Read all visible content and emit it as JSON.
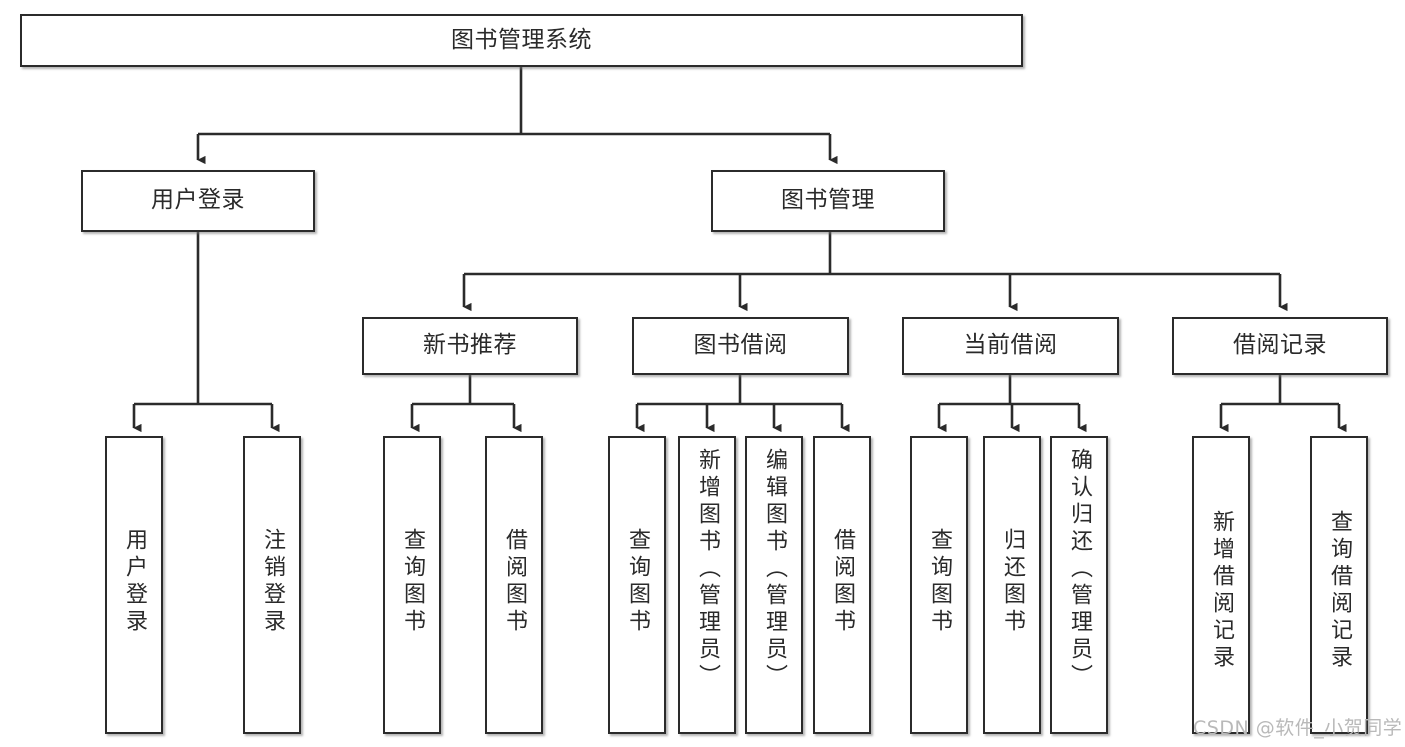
{
  "diagram": {
    "title": "图书管理系统",
    "type": "tree",
    "watermark": "CSDN @软件_小贺同学",
    "colors": {
      "box_border": "#2b2b2b",
      "box_fill": "#ffffff",
      "connector": "#2b2b2b",
      "text": "#2a2a2a",
      "watermark": "#b9b9b9"
    },
    "levels": {
      "level1": [
        "图书管理系统"
      ],
      "level2": [
        "用户登录",
        "图书管理"
      ],
      "level3": [
        "新书推荐",
        "图书借阅",
        "当前借阅",
        "借阅记录"
      ],
      "level4": [
        "用户登录",
        "注销登录",
        "查询图书",
        "借阅图书",
        "查询图书",
        "新增图书（管理员）",
        "编辑图书（管理员）",
        "借阅图书",
        "查询图书",
        "归还图书",
        "确认归还（管理员）",
        "新增借阅记录",
        "查询借阅记录"
      ]
    },
    "nodes": {
      "root": {
        "label": "图书管理系统"
      },
      "user_login": {
        "label": "用户登录"
      },
      "book_manage": {
        "label": "图书管理"
      },
      "new_book_rec": {
        "label": "新书推荐"
      },
      "book_borrow": {
        "label": "图书借阅"
      },
      "current_borrow": {
        "label": "当前借阅"
      },
      "borrow_record": {
        "label": "借阅记录"
      },
      "leaf_user_login": {
        "label": "用户登录"
      },
      "leaf_logout": {
        "label": "注销登录"
      },
      "leaf_query_book_1": {
        "label": "查询图书"
      },
      "leaf_borrow_book_1": {
        "label": "借阅图书"
      },
      "leaf_query_book_2": {
        "label": "查询图书"
      },
      "leaf_add_book": {
        "label": "新增图书（管理员）"
      },
      "leaf_edit_book": {
        "label": "编辑图书（管理员）"
      },
      "leaf_borrow_book_2": {
        "label": "借阅图书"
      },
      "leaf_query_book_3": {
        "label": "查询图书"
      },
      "leaf_return_book": {
        "label": "归还图书"
      },
      "leaf_confirm_return": {
        "label": "确认归还（管理员）"
      },
      "leaf_add_record": {
        "label": "新增借阅记录"
      },
      "leaf_query_record": {
        "label": "查询借阅记录"
      }
    }
  }
}
